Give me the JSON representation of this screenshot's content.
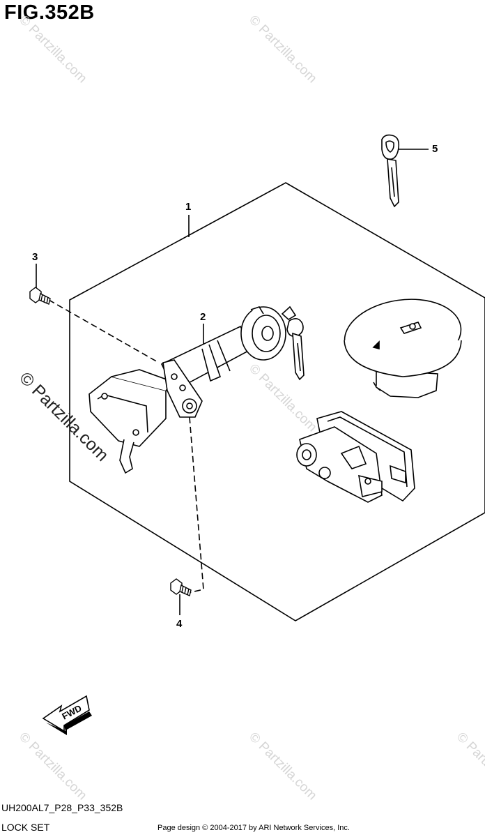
{
  "figure": {
    "title": "FIG.352B",
    "code": "UH200AL7_P28_P33_352B",
    "name": "LOCK SET",
    "copyright": "Page design © 2004-2017 by ARI Network Services, Inc."
  },
  "callouts": [
    "1",
    "2",
    "3",
    "4",
    "5"
  ],
  "fwd_label": "FWD",
  "watermark": "© Partzilla.com"
}
